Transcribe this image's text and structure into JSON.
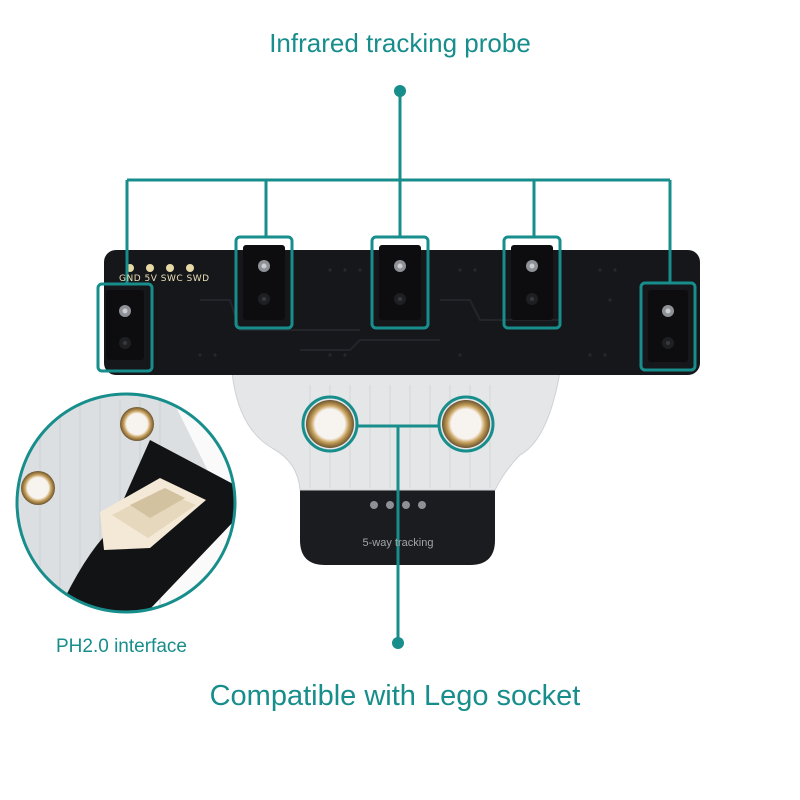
{
  "colors": {
    "accent": "#178e8c",
    "board": "#16171a",
    "connector": "#f4e9d6",
    "silk": "#e9e0b8"
  },
  "labels": {
    "top": "Infrared tracking probe",
    "bottom": "Compatible with Lego socket",
    "interface": "PH2.0 interface"
  },
  "board": {
    "print": "5-way tracking",
    "pins": "GND 5V SWC SWD",
    "probe_count": 5
  },
  "icons": [
    "infrared-sensor-icon",
    "mounting-hole-icon",
    "connector-icon"
  ]
}
